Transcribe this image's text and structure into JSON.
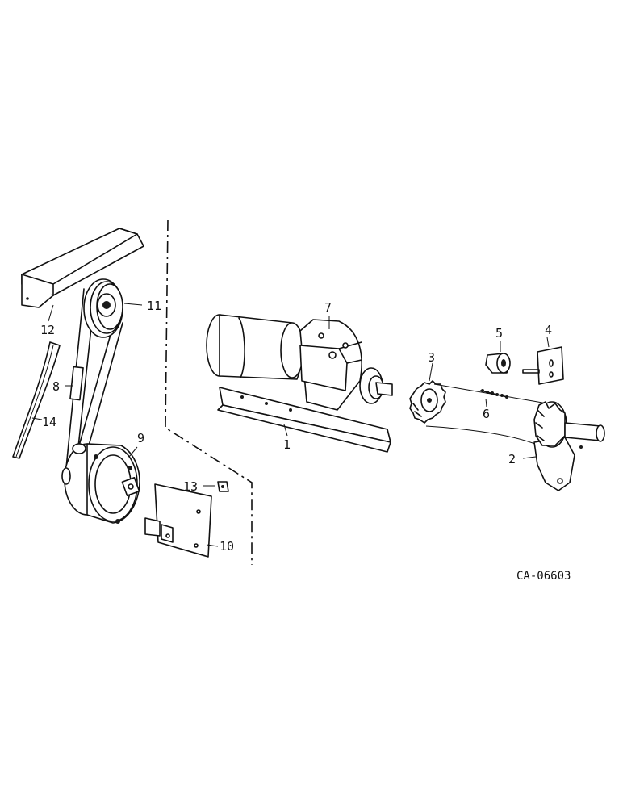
{
  "figure_id": "CA-06603",
  "callouts": [
    {
      "id": "1",
      "label": "1"
    },
    {
      "id": "2",
      "label": "2"
    },
    {
      "id": "3",
      "label": "3"
    },
    {
      "id": "4",
      "label": "4"
    },
    {
      "id": "5",
      "label": "5"
    },
    {
      "id": "6",
      "label": "6"
    },
    {
      "id": "7",
      "label": "7"
    },
    {
      "id": "8",
      "label": "8"
    },
    {
      "id": "9",
      "label": "9"
    },
    {
      "id": "10",
      "label": "10"
    },
    {
      "id": "11",
      "label": "11"
    },
    {
      "id": "12",
      "label": "12"
    },
    {
      "id": "13",
      "label": "13"
    },
    {
      "id": "14",
      "label": "14"
    }
  ]
}
